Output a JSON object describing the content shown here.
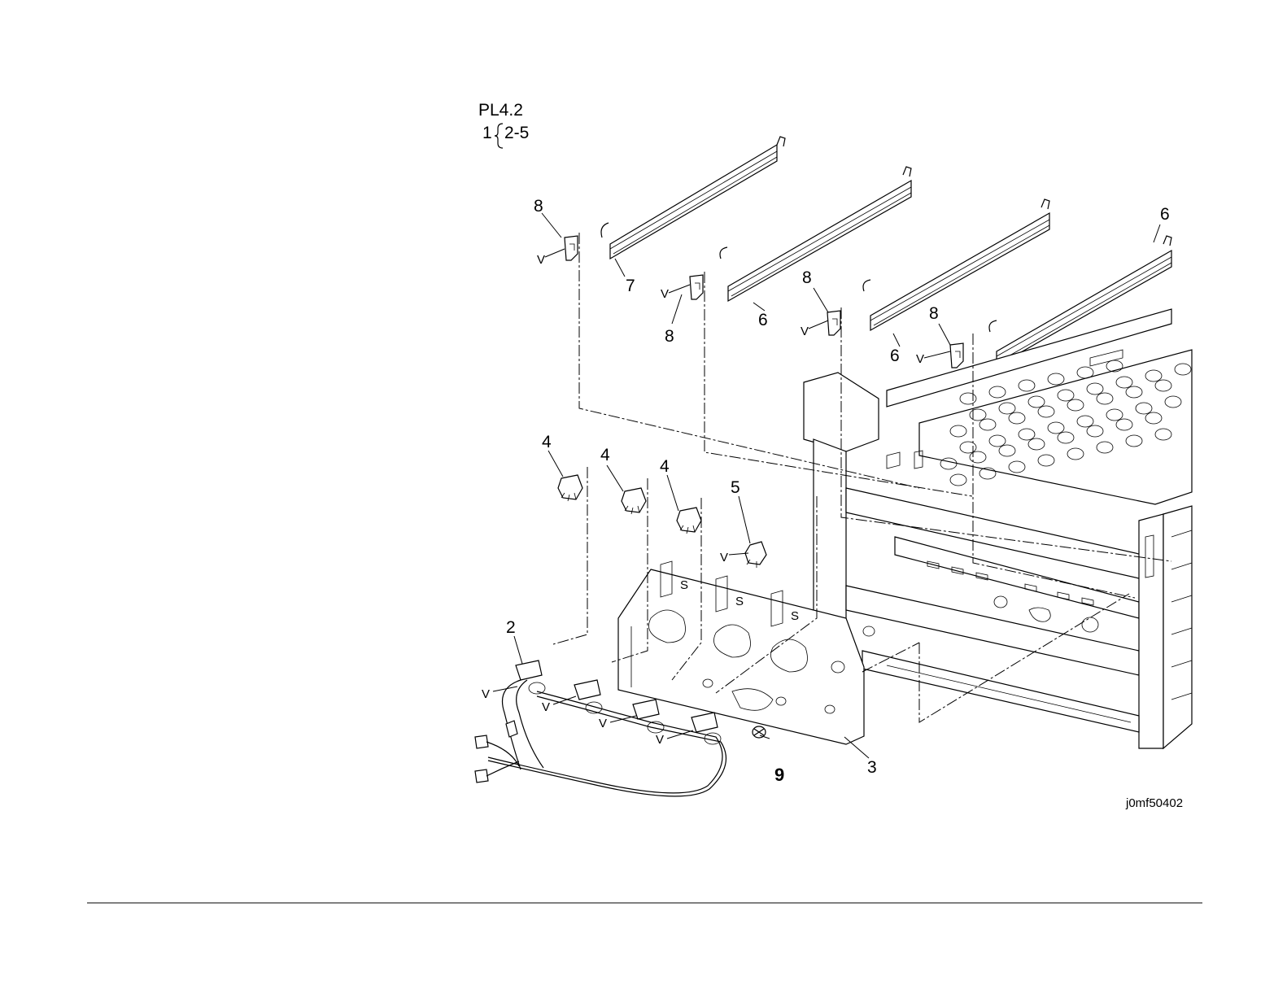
{
  "header": {
    "plate_ref": "PL4.2",
    "assembly_item": "1",
    "assembly_range": "2-5"
  },
  "figure_id": "j0mf50402",
  "callouts": {
    "c2": "2",
    "c3": "3",
    "c4a": "4",
    "c4b": "4",
    "c4c": "4",
    "c5": "5",
    "c6a": "6",
    "c6b": "6",
    "c6c": "6",
    "c7": "7",
    "c8a": "8",
    "c8b": "8",
    "c8c": "8",
    "c8d": "8",
    "c9": "9"
  },
  "marks": {
    "v": "V",
    "s": "S"
  }
}
